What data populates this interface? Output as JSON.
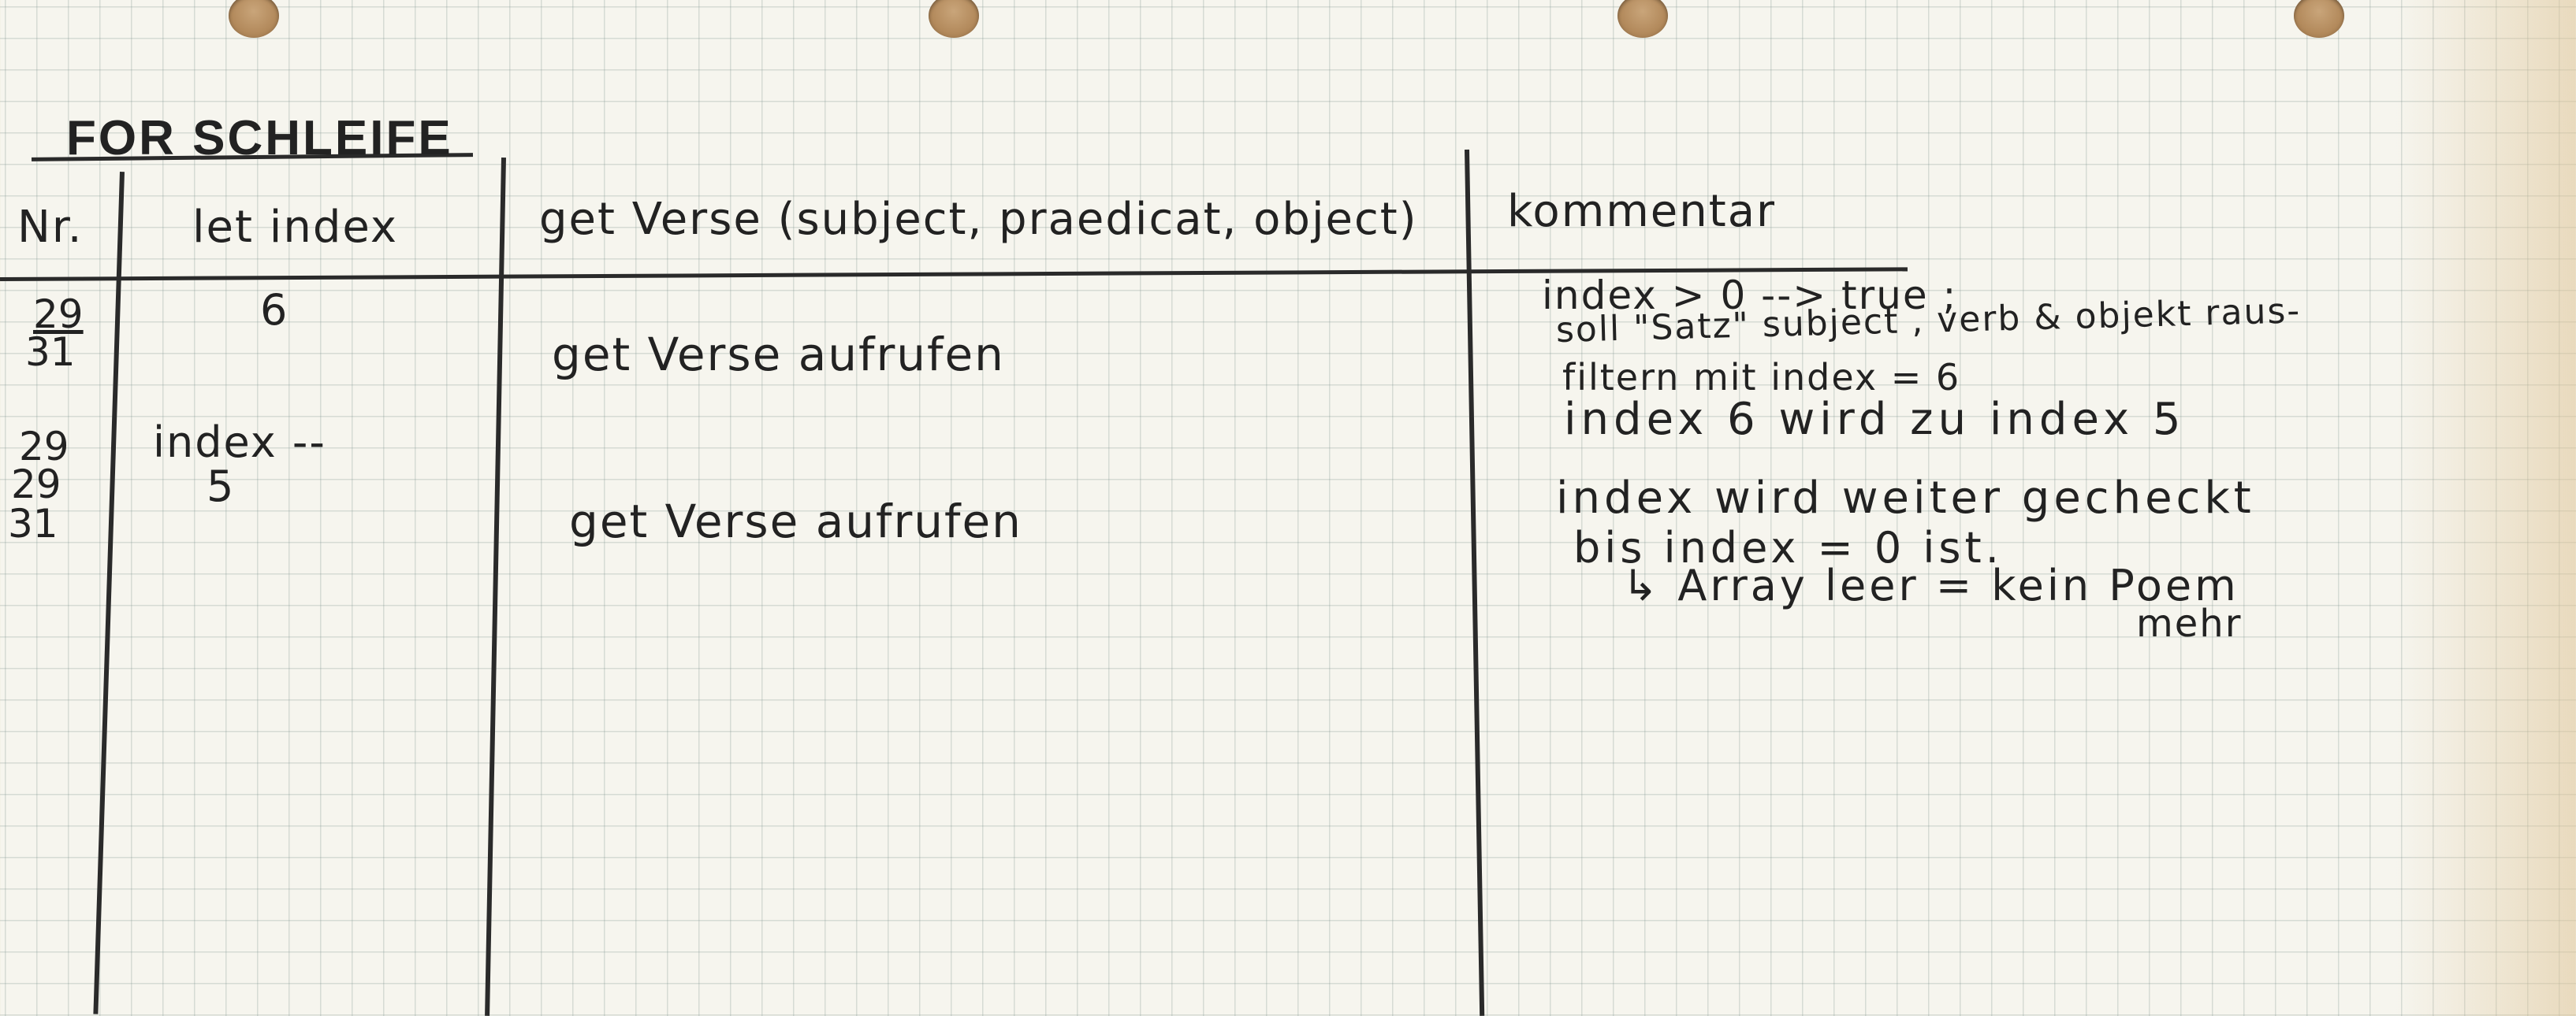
{
  "title": "FOR SCHLEIFE",
  "headers": {
    "nr": "Nr.",
    "let_index": "let index",
    "get_verse": "get Verse (subject, praedicat, object)",
    "kommentar": "kommentar"
  },
  "rows": {
    "nr_1": "29",
    "nr_2": "31",
    "nr_3": "29",
    "nr_4": "29",
    "nr_5": "31",
    "index_1": "6",
    "index_2": "index --",
    "index_3": "5",
    "verse_1": "get Verse aufrufen",
    "verse_2": "get Verse aufrufen"
  },
  "comments": {
    "c1": "index > 0 --> true ;",
    "c2": "soll \"Satz\" subject , verb & objekt raus-",
    "c3": "filtern mit index = 6",
    "c4": "index 6 wird zu index 5",
    "c5": "index wird weiter gecheckt",
    "c6": "bis index = 0 ist.",
    "c7": "↳ Array leer = kein Poem",
    "c8": "mehr"
  }
}
